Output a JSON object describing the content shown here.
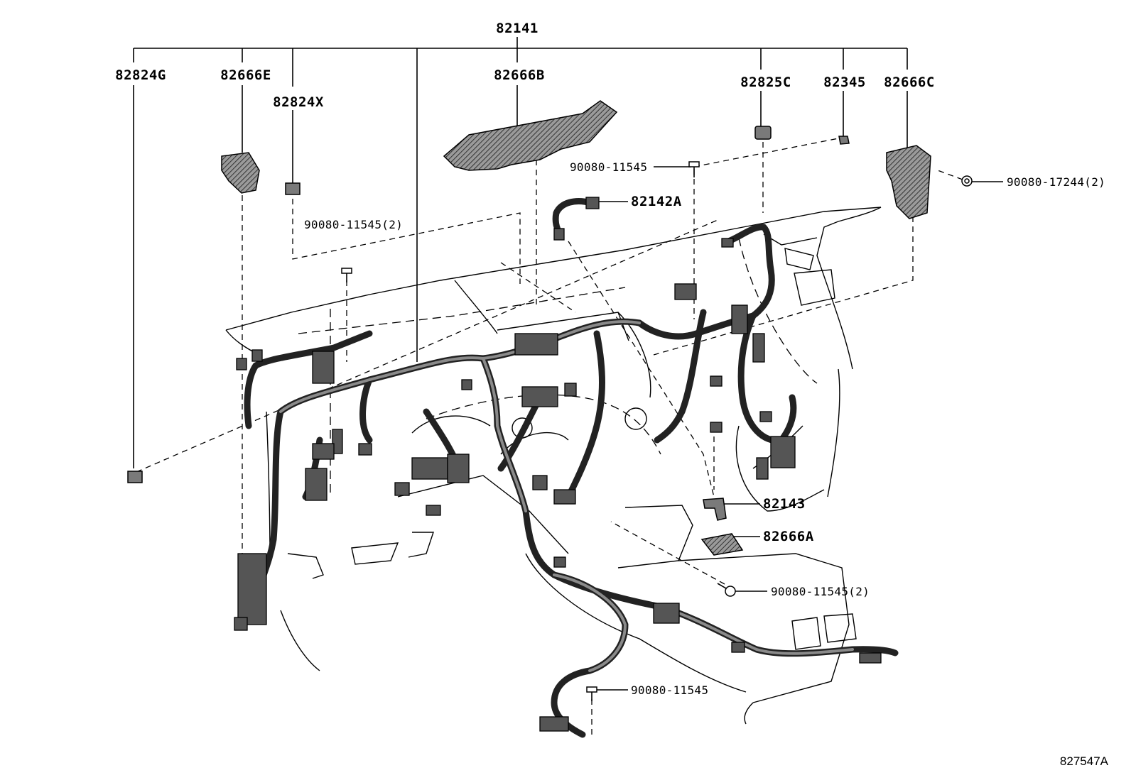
{
  "diagram": {
    "labels": {
      "p82141": "82141",
      "p82824G": "82824G",
      "p82666E": "82666E",
      "p82824X": "82824X",
      "p82666B": "82666B",
      "p82825C": "82825C",
      "p82345": "82345",
      "p82666C": "82666C",
      "p90080_11545_a": "90080-11545",
      "p90080_17244": "90080-17244(2)",
      "p82142A": "82142A",
      "p90080_11545_b": "90080-11545(2)",
      "p82143": "82143",
      "p82666A": "82666A",
      "p90080_11545_c": "90080-11545(2)",
      "p90080_11545_d": "90080-11545"
    },
    "reference_code": "827547A"
  },
  "colors": {
    "ink": "#000000",
    "harness": "#222222",
    "part_fill": "#7a7a7a",
    "background": "#ffffff"
  }
}
